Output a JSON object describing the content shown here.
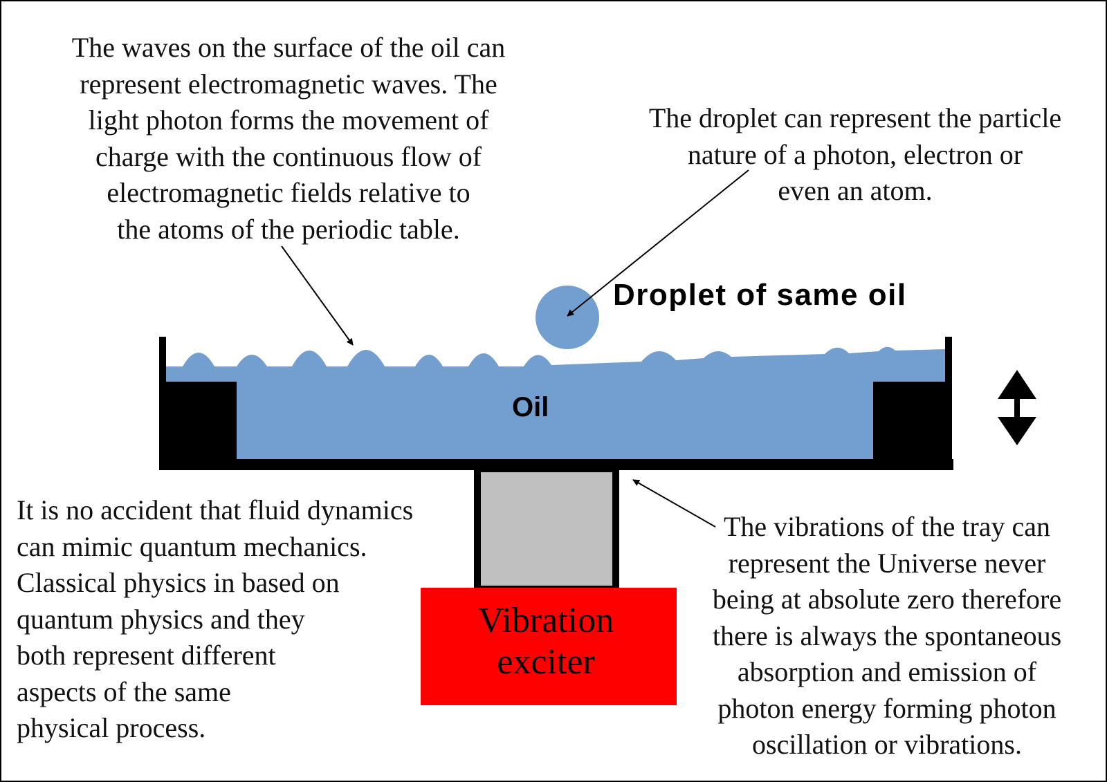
{
  "notes": {
    "waves": [
      "The waves on the surface of the oil can",
      "represent electromagnetic waves. The",
      "light photon forms the movement of",
      "charge with the continuous flow of",
      "electromagnetic fields relative to",
      "the atoms of the periodic table."
    ],
    "droplet": [
      "The droplet can represent the particle",
      "nature of a photon, electron or",
      "even an atom."
    ],
    "fluid": [
      "It is no accident that fluid dynamics",
      "can mimic quantum mechanics.",
      "Classical physics in based on",
      "quantum physics and they",
      "both represent different",
      "aspects of the same",
      "physical process."
    ],
    "vibrations": [
      "The vibrations of the tray can",
      "represent the Universe never",
      "being at absolute zero therefore",
      "there is always the spontaneous",
      "absorption and emission of",
      "photon energy forming photon",
      "oscillation or vibrations."
    ]
  },
  "labels": {
    "droplet": "Droplet of same oil",
    "oil": "Oil",
    "exciter": [
      "Vibration",
      "exciter"
    ]
  },
  "colors": {
    "oil": "#729fd0",
    "tray": "#000000",
    "stand": "#c0c0c0",
    "exciter": "#ff0000",
    "text": "#111111"
  },
  "icons": {
    "motion": "double-headed-vertical-arrow-icon"
  }
}
